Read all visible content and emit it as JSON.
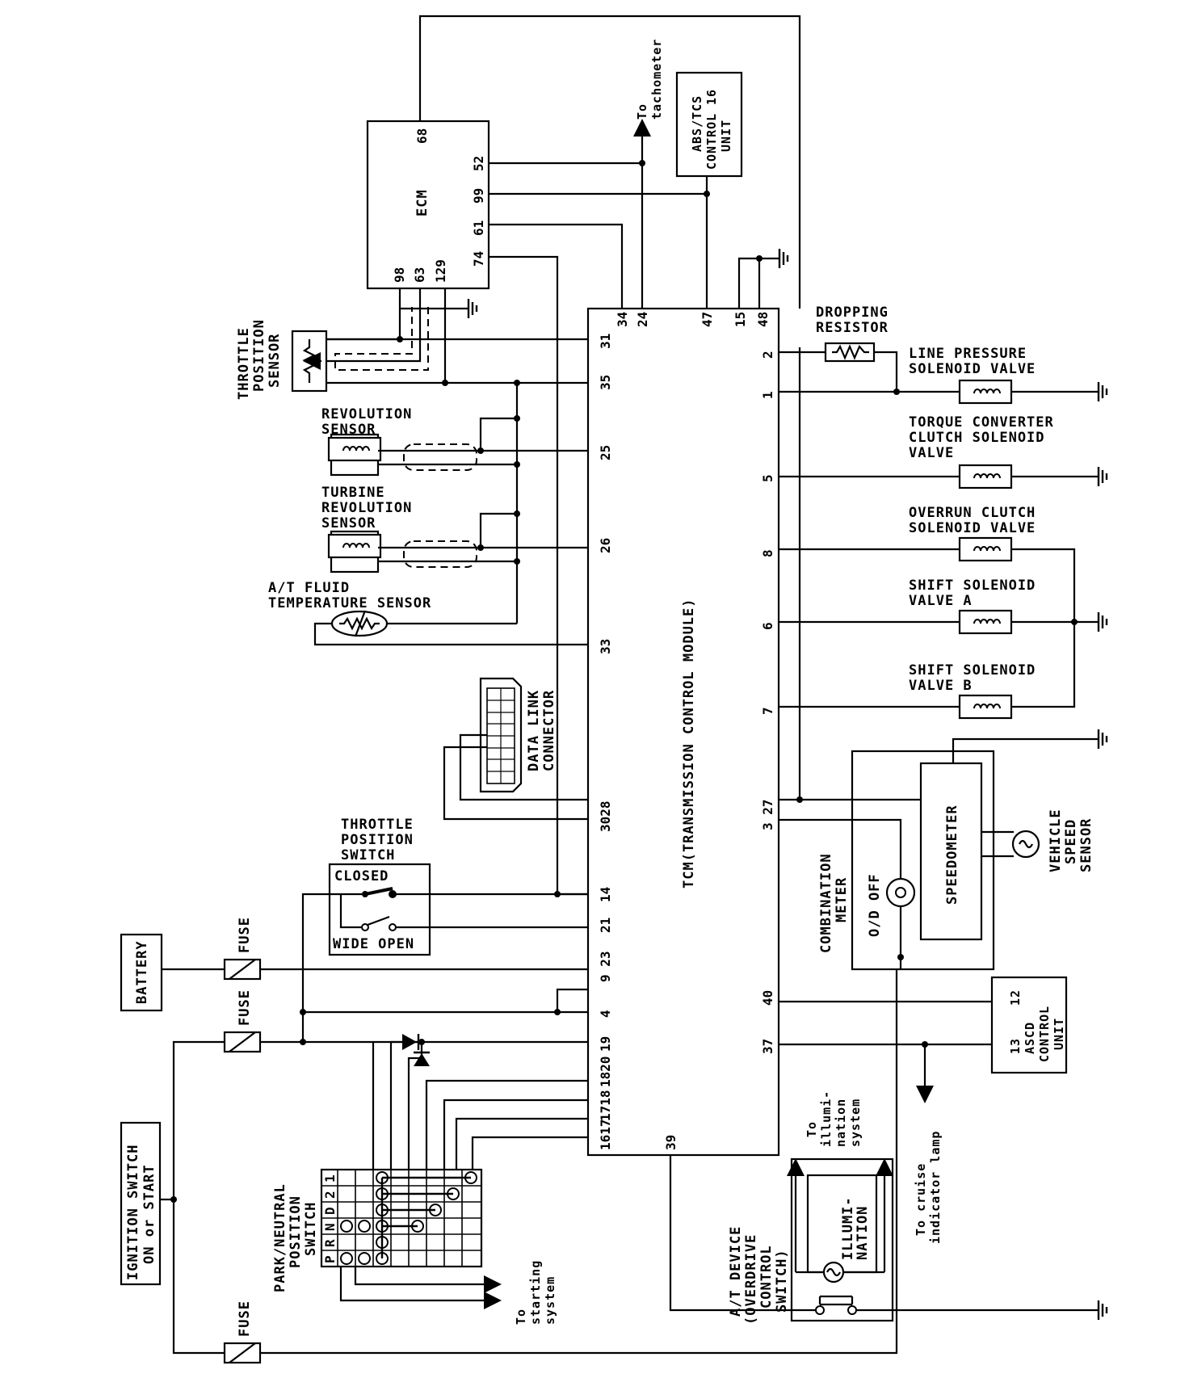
{
  "diagram": {
    "tcm": {
      "label": "TCM(TRANSMISSION CONTROL MODULE)"
    },
    "ecm": {
      "label": "ECM",
      "pins": {
        "p98": "98",
        "p63": "63",
        "p129": "129",
        "p74": "74",
        "p61": "61",
        "p99": "99",
        "p52": "52",
        "p68": "68"
      }
    },
    "abs": {
      "line1": "ABS/TCS",
      "line2": "CONTROL",
      "line3": "UNIT",
      "pin": "16"
    },
    "tachometer": {
      "line1": "To",
      "line2": "tachometer"
    },
    "tcm_pins": {
      "p34": "34",
      "p24": "24",
      "p47": "47",
      "p15": "15",
      "p48": "48",
      "p31": "31",
      "p35": "35",
      "p25": "25",
      "p26": "26",
      "p33": "33",
      "p3028": "3028",
      "p14": "14",
      "p21": "21",
      "p923": "9 23",
      "p4": "4",
      "p19": "19",
      "p1820": "1820",
      "p1718": "1718",
      "p1617": "1617",
      "p16": "16",
      "p39": "39",
      "p2": "2",
      "p1": "1",
      "p5": "5",
      "p8": "8",
      "p6": "6",
      "p7": "7",
      "p327": "3 27",
      "p40": "40",
      "p37": "37"
    },
    "throttle_sensor": {
      "line1": "THROTTLE",
      "line2": "POSITION",
      "line3": "SENSOR"
    },
    "revolution_sensor": {
      "line1": "REVOLUTION",
      "line2": "SENSOR"
    },
    "turbine_sensor": {
      "line1": "TURBINE",
      "line2": "REVOLUTION",
      "line3": "SENSOR"
    },
    "fluid_sensor": {
      "line1": "A/T FLUID",
      "line2": "TEMPERATURE SENSOR"
    },
    "data_link": {
      "line1": "DATA LINK",
      "line2": "CONNECTOR"
    },
    "throttle_switch": {
      "line1": "THROTTLE",
      "line2": "POSITION",
      "line3": "SWITCH",
      "closed": "CLOSED",
      "wide_open": "WIDE OPEN"
    },
    "battery": {
      "label": "BATTERY"
    },
    "fuse": {
      "label": "FUSE"
    },
    "ignition": {
      "line1": "IGNITION SWITCH",
      "line2": "ON or START"
    },
    "pnp_switch": {
      "line1": "PARK/NEUTRAL",
      "line2": "POSITION",
      "line3": "SWITCH",
      "positions": [
        "P",
        "R",
        "N",
        "D",
        "2",
        "1"
      ]
    },
    "starting": {
      "line1": "To",
      "line2": "starting",
      "line3": "system"
    },
    "dropping_resistor": {
      "line1": "DROPPING",
      "line2": "RESISTOR"
    },
    "line_pressure": {
      "line1": "LINE PRESSURE",
      "line2": "SOLENOID VALVE"
    },
    "torque_converter": {
      "line1": "TORQUE CONVERTER",
      "line2": "CLUTCH SOLENOID",
      "line3": "VALVE"
    },
    "overrun": {
      "line1": "OVERRUN CLUTCH",
      "line2": "SOLENOID VALVE"
    },
    "shift_a": {
      "line1": "SHIFT SOLENOID",
      "line2": "VALVE A"
    },
    "shift_b": {
      "line1": "SHIFT SOLENOID",
      "line2": "VALVE B"
    },
    "combination_meter": {
      "line1": "COMBINATION",
      "line2": "METER",
      "od_off": "O/D OFF",
      "speedometer": "SPEEDOMETER"
    },
    "vehicle_speed": {
      "line1": "VEHICLE",
      "line2": "SPEED",
      "line3": "SENSOR"
    },
    "ascd": {
      "line1": "ASCD",
      "line2": "CONTROL",
      "line3": "UNIT",
      "pin12": "12",
      "pin13": "13"
    },
    "cruise": {
      "line1": "To cruise",
      "line2": "indicator lamp"
    },
    "illumination_system": {
      "line1": "To",
      "line2": "illumi-",
      "line3": "nation",
      "line4": "system"
    },
    "illumination": {
      "line1": "ILLUMI-",
      "line2": "NATION"
    },
    "at_device": {
      "line1": "A/T DEVICE",
      "line2": "(OVERDRIVE",
      "line3": "CONTROL",
      "line4": "SWITCH)"
    }
  }
}
